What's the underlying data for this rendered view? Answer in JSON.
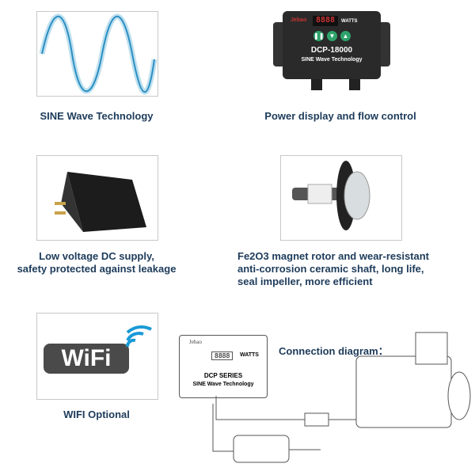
{
  "features": [
    {
      "caption": "SINE Wave Technology",
      "icon": "sine-wave-icon"
    },
    {
      "caption": "Power display and flow control",
      "controller": {
        "brand": "Jebao",
        "display": "8888",
        "unit": "WATTS",
        "model": "DCP-18000",
        "subtitle": "SINE Wave Technology"
      }
    },
    {
      "caption_lines": [
        "Low voltage DC supply,",
        "safety protected against leakage"
      ],
      "icon": "power-adapter-icon"
    },
    {
      "caption_lines": [
        "Fe2O3 magnet rotor and wear-resistant",
        "anti-corrosion ceramic shaft, long life,",
        "seal impeller, more efficient"
      ],
      "icon": "rotor-icon"
    },
    {
      "caption": "WIFI Optional",
      "logo": "WiFi"
    }
  ],
  "diagram": {
    "title": "Connection diagram：",
    "controller": {
      "brand": "Jebao",
      "display": "8888",
      "unit": "WATTS",
      "model": "DCP SERIES",
      "subtitle": "SINE  Wave Technology"
    }
  },
  "colors": {
    "caption": "#1d3b5a",
    "button": "#2ea36b",
    "display": "#d03030"
  }
}
